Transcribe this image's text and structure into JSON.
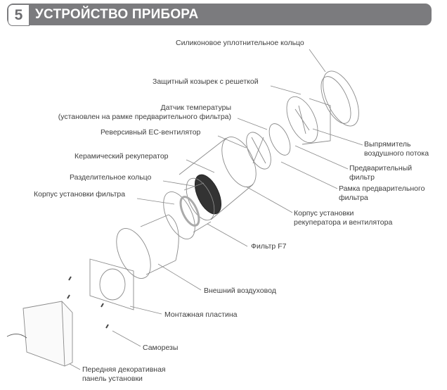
{
  "header": {
    "section_number": "5",
    "title": "УСТРОЙСТВО ПРИБОРА"
  },
  "labels": {
    "silicone_ring": "Силиконовое уплотнительное кольцо",
    "protective_hood": "Защитный козырек с решеткой",
    "temp_sensor_1": "Датчик температуры",
    "temp_sensor_2": "(установлен на рамке предварительного фильтра)",
    "reversible_fan": "Реверсивный ЕС-вентилятор",
    "ceramic_recuperator": "Керамический рекуператор",
    "separating_ring": "Разделительное кольцо",
    "filter_housing": "Корпус установки фильтра",
    "flow_straightener_1": "Выпрямитель",
    "flow_straightener_2": "воздушного потока",
    "prefilter_1": "Предварительный",
    "prefilter_2": "фильтр",
    "prefilter_frame_1": "Рамка предварительного",
    "prefilter_frame_2": "фильтра",
    "recuperator_housing_1": "Корпус установки",
    "recuperator_housing_2": "рекуператора и вентилятора",
    "filter_f7": "Фильтр F7",
    "outer_duct": "Внешний воздуховод",
    "mounting_plate": "Монтажная пластина",
    "screws": "Саморезы",
    "front_panel_1": "Передняя декоративная",
    "front_panel_2": "панель установки"
  }
}
